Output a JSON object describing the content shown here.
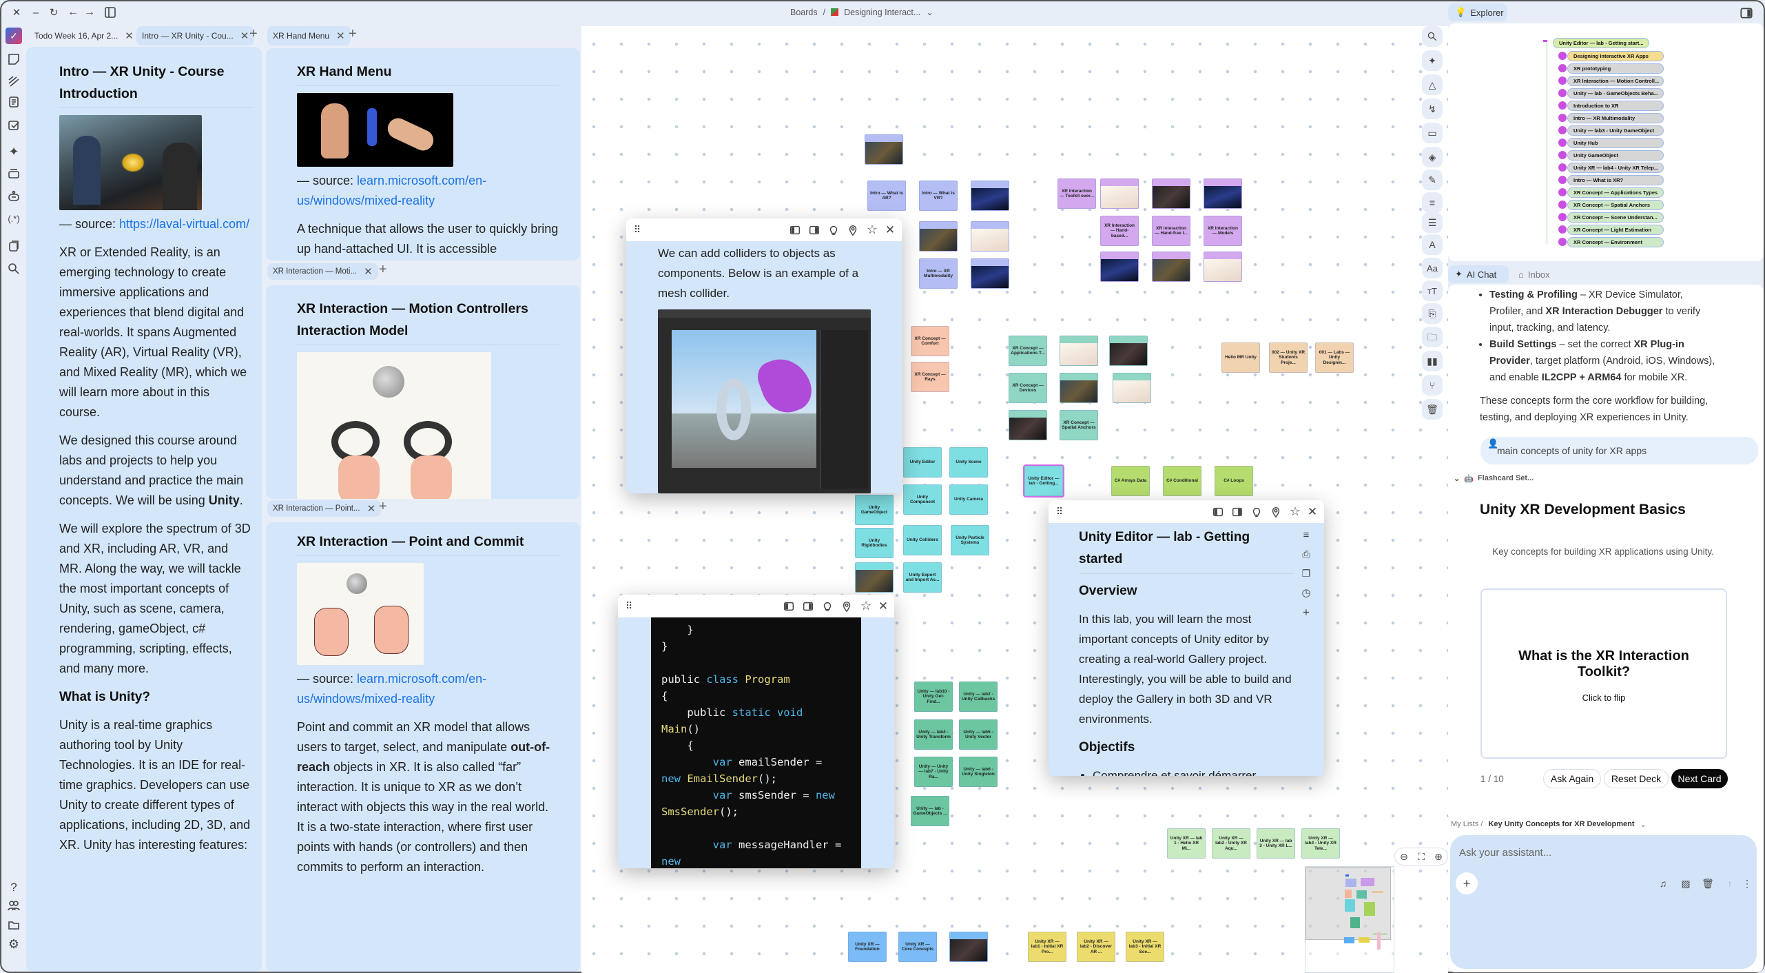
{
  "topbar": {
    "breadcrumb_root": "Boards",
    "breadcrumb_sep": "/",
    "breadcrumb_board": "Designing Interact..."
  },
  "tabs": {
    "main": [
      {
        "label": "Todo Week 16, Apr 2..."
      },
      {
        "label": "Intro — XR Unity - Cou..."
      }
    ],
    "col2_top": [
      {
        "label": "XR Hand Menu"
      }
    ],
    "col2_mid": {
      "label": "XR Interaction — Moti..."
    },
    "col2_bottom": {
      "label": "XR Interaction — Point..."
    }
  },
  "intro_note": {
    "title": "Intro — XR Unity - Course Introduction",
    "source_prefix": "— source: ",
    "source_link": "https://laval-virtual.com/",
    "p1": "XR or Extended Reality, is an emerging technology to create immersive applications and experiences that blend digital and real-worlds. It spans Augmented Reality (AR), Virtual Reality (VR), and Mixed Reality (MR), which we will learn more about in this course.",
    "p2a": "We designed this course around labs and projects to help you understand and practice the main concepts. We will be using ",
    "p2b": "Unity",
    "p2c": ".",
    "p3": "We will explore the spectrum of 3D and XR, including AR, VR, and MR. Along the way, we will tackle the most important concepts of Unity, such as scene, camera, rendering, gameObject, c# programming, scripting, effects, and many more.",
    "h2": "What is Unity?",
    "p4": "Unity is a real-time graphics authoring tool by Unity Technologies. It is an IDE for real-time graphics. Developers can use Unity to create different types of applications, including 2D, 3D, and XR. Unity has interesting features:"
  },
  "hand_menu_note": {
    "title": "XR Hand Menu",
    "source_prefix": "— source: ",
    "source_link": "learn.microsoft.com/en-us/windows/mixed-reality",
    "p1": "A technique that allows the user to quickly bring up hand-attached UI. It is accessible"
  },
  "motion_note": {
    "title": "XR Interaction — Motion Controllers Interaction Model"
  },
  "point_note": {
    "title": "XR Interaction — Point and Commit",
    "source_prefix": "— source: ",
    "source_link": "learn.microsoft.com/en-us/windows/mixed-reality",
    "p1a": "Point and commit an XR model that allows users to target, select, and manipulate ",
    "p1b": "out-of-reach",
    "p1c": " objects in XR. It is also called “far” interaction. It is unique to XR as we don’t interact with objects this way in the real world. It is a two-state interaction, where first user points with hands (or controllers) and then commits to perform an interaction."
  },
  "collider_window": {
    "text": "We can add colliders to objects as components. Below is an example of a mesh collider."
  },
  "code_window": {
    "lines": [
      [
        {
          "t": "    }",
          "k": "plain"
        }
      ],
      [
        {
          "t": "}",
          "k": "plain"
        }
      ],
      [],
      [
        {
          "t": "public ",
          "k": "plain"
        },
        {
          "t": "class ",
          "k": "kw"
        },
        {
          "t": "Program",
          "k": "type"
        }
      ],
      [
        {
          "t": "{",
          "k": "plain"
        }
      ],
      [
        {
          "t": "    public ",
          "k": "plain"
        },
        {
          "t": "static void",
          "k": "kw"
        }
      ],
      [
        {
          "t": "Main",
          "k": "type"
        },
        {
          "t": "()",
          "k": "plain"
        }
      ],
      [
        {
          "t": "    {",
          "k": "plain"
        }
      ],
      [
        {
          "t": "        ",
          "k": "plain"
        },
        {
          "t": "var ",
          "k": "kw"
        },
        {
          "t": "emailSender =",
          "k": "plain"
        }
      ],
      [
        {
          "t": "new ",
          "k": "kw"
        },
        {
          "t": "EmailSender",
          "k": "type"
        },
        {
          "t": "();",
          "k": "plain"
        }
      ],
      [
        {
          "t": "        ",
          "k": "plain"
        },
        {
          "t": "var ",
          "k": "kw"
        },
        {
          "t": "smsSender = ",
          "k": "plain"
        },
        {
          "t": "new",
          "k": "kw"
        }
      ],
      [
        {
          "t": "SmsSender",
          "k": "type"
        },
        {
          "t": "();",
          "k": "plain"
        }
      ],
      [],
      [
        {
          "t": "        ",
          "k": "plain"
        },
        {
          "t": "var ",
          "k": "kw"
        },
        {
          "t": "messageHandler =",
          "k": "plain"
        }
      ],
      [
        {
          "t": "new",
          "k": "kw"
        }
      ]
    ]
  },
  "editor_window": {
    "title": "Unity Editor — lab - Getting started",
    "h_overview": "Overview",
    "p1": "In this lab, you will learn the most important concepts of Unity editor by creating a real-world Gallery project. Interestingly, you will be able to build and deploy the Gallery in both 3D and VR environments.",
    "h_obj": "Objectifs",
    "bullet1": "Comprendre et savoir démarrer"
  },
  "canvas": {
    "colors": {
      "blue": "#b4bdf4",
      "purple": "#d3a8ee",
      "salmon": "#f8c6ae",
      "teal": "#8fd6c3",
      "peach": "#f1d3b0",
      "cyan": "#7edfe3",
      "lime": "#b5dc6e",
      "green": "#6cc7a1",
      "sky": "#7bbcf6",
      "yellow": "#ecdc6d",
      "mint": "#c9ebc1"
    },
    "cards": [
      {
        "label": "",
        "color": "blue",
        "image": true
      },
      {
        "label": "Intro — What is AR?",
        "color": "blue"
      },
      {
        "label": "Intro — What is VR?",
        "color": "blue"
      },
      {
        "label": "",
        "color": "blue",
        "image": true
      },
      {
        "label": "",
        "color": "blue",
        "image": true
      },
      {
        "label": "",
        "color": "blue",
        "image": true
      },
      {
        "label": "Intro — XR Multimodality",
        "color": "blue"
      },
      {
        "label": "",
        "color": "blue",
        "image": true
      },
      {
        "label": "XR Interaction — Toolkit over...",
        "color": "purple"
      },
      {
        "label": "",
        "color": "purple",
        "image": true
      },
      {
        "label": "",
        "color": "purple",
        "image": true
      },
      {
        "label": "",
        "color": "purple",
        "image": true
      },
      {
        "label": "XR Interaction — Hand-based...",
        "color": "purple"
      },
      {
        "label": "XR Interaction — Hand-free I...",
        "color": "purple"
      },
      {
        "label": "XR Interaction — Models",
        "color": "purple"
      },
      {
        "label": "",
        "color": "purple",
        "image": true
      },
      {
        "label": "",
        "color": "purple",
        "image": true
      },
      {
        "label": "",
        "color": "purple",
        "image": true
      },
      {
        "label": "XR Concept — Comfort",
        "color": "salmon"
      },
      {
        "label": "XR Concept — Rays",
        "color": "salmon"
      },
      {
        "label": "XR Concept — Applications T...",
        "color": "teal"
      },
      {
        "label": "",
        "color": "teal",
        "image": true
      },
      {
        "label": "",
        "color": "teal",
        "image": true
      },
      {
        "label": "XR Concept — Devices",
        "color": "teal"
      },
      {
        "label": "",
        "color": "teal",
        "image": true
      },
      {
        "label": "",
        "color": "teal",
        "image": true
      },
      {
        "label": "",
        "color": "teal",
        "image": true
      },
      {
        "label": "XR Concept — Spatial Anchors",
        "color": "teal"
      },
      {
        "label": "Hello MR Unity",
        "color": "peach"
      },
      {
        "label": "002 — Unity XR Students Proje...",
        "color": "peach"
      },
      {
        "label": "001 — Labs — Unity Designin...",
        "color": "peach"
      },
      {
        "label": "Unity Editor",
        "color": "cyan"
      },
      {
        "label": "Unity Scene",
        "color": "cyan"
      },
      {
        "label": "Unity GameObject",
        "color": "cyan"
      },
      {
        "label": "Unity Component",
        "color": "cyan"
      },
      {
        "label": "Unity Camera",
        "color": "cyan"
      },
      {
        "label": "Unity Editor — lab - Getting...",
        "color": "cyan",
        "selected": true
      },
      {
        "label": "Unity Rigidbodies",
        "color": "cyan"
      },
      {
        "label": "Unity Colliders",
        "color": "cyan"
      },
      {
        "label": "Unity Particle Systems",
        "color": "cyan"
      },
      {
        "label": "",
        "color": "cyan",
        "image": true
      },
      {
        "label": "Unity Export and Import As...",
        "color": "cyan"
      },
      {
        "label": "C# Arrays Data",
        "color": "lime"
      },
      {
        "label": "C# Conditional",
        "color": "lime"
      },
      {
        "label": "C# Loops",
        "color": "lime"
      },
      {
        "label": "Unity — lab10 - Unity Get-Find...",
        "color": "green"
      },
      {
        "label": "Unity — lab2 - Unity Callbacks",
        "color": "green"
      },
      {
        "label": "Unity — lab4 - Unity Transform",
        "color": "green"
      },
      {
        "label": "Unity — lab5 - Unity Vector",
        "color": "green"
      },
      {
        "label": "Unity — Unity — lab7 - Unity Ra...",
        "color": "green"
      },
      {
        "label": "Unity — lab6 - Unity Singleton",
        "color": "green"
      },
      {
        "label": "Unity — lab - GameObjects ...",
        "color": "green"
      },
      {
        "label": "Unity XR — Foundation",
        "color": "sky"
      },
      {
        "label": "Unity XR — Core Concepts",
        "color": "sky"
      },
      {
        "label": "",
        "color": "sky",
        "image": true
      },
      {
        "label": "Unity XR — lab1 - Initial XR Pro...",
        "color": "yellow"
      },
      {
        "label": "Unity XR — lab2 - Discover AR ...",
        "color": "yellow"
      },
      {
        "label": "Unity XR — lab3 - Initial XR Sce...",
        "color": "yellow"
      },
      {
        "label": "Unity XR — lab 1 - Hello XR Mi...",
        "color": "mint"
      },
      {
        "label": "Unity XR — lab2 - Unity XR Aqu...",
        "color": "mint"
      },
      {
        "label": "Unity XR — lab 3 - Unity XR L...",
        "color": "mint"
      },
      {
        "label": "Unity XR — lab4 - Unity XR Tele...",
        "color": "mint"
      }
    ]
  },
  "explorer": {
    "tab_label": "Explorer",
    "root": "Unity Editor — lab - Getting start...",
    "items": [
      {
        "label": "Designing Interactive XR Apps",
        "color": "#f5dc8e"
      },
      {
        "label": "XR prototyping",
        "color": "#d6d6d6"
      },
      {
        "label": "XR Interaction — Motion Controll...",
        "color": "#d6d6d6"
      },
      {
        "label": "Unity — lab - GameObjects Beha...",
        "color": "#d6d6d6"
      },
      {
        "label": "Introduction to XR",
        "color": "#d6d6d6"
      },
      {
        "label": "Intro — XR Multimodality",
        "color": "#d6d6d6"
      },
      {
        "label": "Unity — lab3 - Unity GameObject",
        "color": "#d6d6d6"
      },
      {
        "label": "Unity Hub",
        "color": "#d6d6d6"
      },
      {
        "label": "Unity GameObject",
        "color": "#d6d6d6"
      },
      {
        "label": "Unity XR — lab4 - Unity XR Telep...",
        "color": "#d6d6d6"
      },
      {
        "label": "Intro — What is XR?",
        "color": "#d6d6d6"
      },
      {
        "label": "XR Concept — Applications Types",
        "color": "#cfe8c8"
      },
      {
        "label": "XR Concept — Spatial Anchors",
        "color": "#cfe8c8"
      },
      {
        "label": "XR Concept — Scene Understan...",
        "color": "#cfe8c8"
      },
      {
        "label": "XR Concept — Light Estimation",
        "color": "#cfe8c8"
      },
      {
        "label": "XR Concept — Environment",
        "color": "#cfe8c8"
      }
    ]
  },
  "chat": {
    "tab_ai": "AI Chat",
    "tab_inbox": "Inbox",
    "b1_bold": "Testing & Profiling",
    "b1_t1": " – XR Device Simulator, Profiler, and ",
    "b1_bold2": "XR Interaction Debugger",
    "b1_t2": " to verify input, tracking, and latency.",
    "b2_bold": "Build Settings",
    "b2_t1": " – set the correct ",
    "b2_bold2": "XR Plug-in Provider",
    "b2_t2": ", target platform (Android, iOS, Windows), and enable ",
    "b2_bold3": "IL2CPP + ARM64",
    "b2_t3": " for mobile XR.",
    "summary": "These concepts form the core workflow for building, testing, and deploying XR experiences in Unity.",
    "user_msg": "main concepts of unity for XR apps",
    "flashcard_header": "Flashcard Set...",
    "deck_title": "Unity XR Development Basics",
    "deck_subtitle": "Key concepts for building XR applications using Unity.",
    "question": "What is the XR Interaction Toolkit?",
    "flip_hint": "Click to flip",
    "counter": "1 / 10",
    "ask_again": "Ask Again",
    "reset_deck": "Reset Deck",
    "next_card": "Next Card",
    "lists_root": "My Lists /",
    "list_name": "Key Unity Concepts for XR Development",
    "input_placeholder": "Ask your assistant..."
  }
}
